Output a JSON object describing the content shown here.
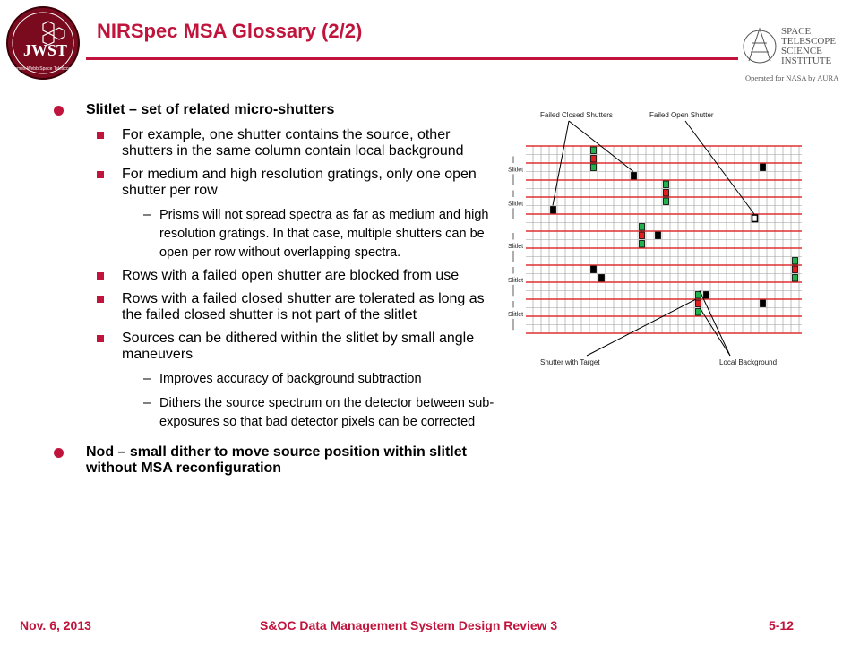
{
  "header": {
    "title": "NIRSpec MSA Glossary (2/2)",
    "left_logo_text": "JWST",
    "left_logo_subtext": "James Webb Space Telescope",
    "right_logo_lines": [
      "SPACE",
      "TELESCOPE",
      "SCIENCE",
      "INSTITUTE"
    ],
    "right_logo_tagline": "Operated for NASA by AURA"
  },
  "bullets": [
    {
      "text": "Slitlet – set of related micro-shutters",
      "children": [
        {
          "text": "For example, one shutter contains the source, other shutters in the same column contain local background"
        },
        {
          "text": "For medium and high resolution  gratings, only one open shutter per row",
          "children": [
            "Prisms will not spread spectra as far as medium and high resolution gratings. In that case, multiple shutters can be open per row without overlapping spectra."
          ]
        },
        {
          "text": "Rows with a failed open shutter are blocked from use"
        },
        {
          "text": "Rows with a failed closed shutter are tolerated as long as the failed closed shutter is not part of the slitlet"
        },
        {
          "text": "Sources can be dithered within the slitlet by small angle maneuvers",
          "children": [
            "Improves accuracy of background subtraction",
            "Dithers the source spectrum on the detector between sub-exposures so that bad detector pixels can be corrected"
          ]
        }
      ]
    },
    {
      "text": "Nod – small dither to move source position within slitlet without MSA reconfiguration",
      "children": []
    }
  ],
  "figure": {
    "label_failed_closed": "Failed Closed Shutters",
    "label_failed_open": "Failed Open Shutter",
    "label_slitlet": "Slitlet",
    "label_shutter_target": "Shutter with Target",
    "label_local_background": "Local Background",
    "colors": {
      "open_green": "#22b14c",
      "target_red": "#e02020",
      "row_red": "#e03030",
      "grid": "#999999"
    }
  },
  "footer": {
    "date": "Nov. 6, 2013",
    "center": "S&OC Data Management System Design Review 3",
    "page": "5-12"
  }
}
